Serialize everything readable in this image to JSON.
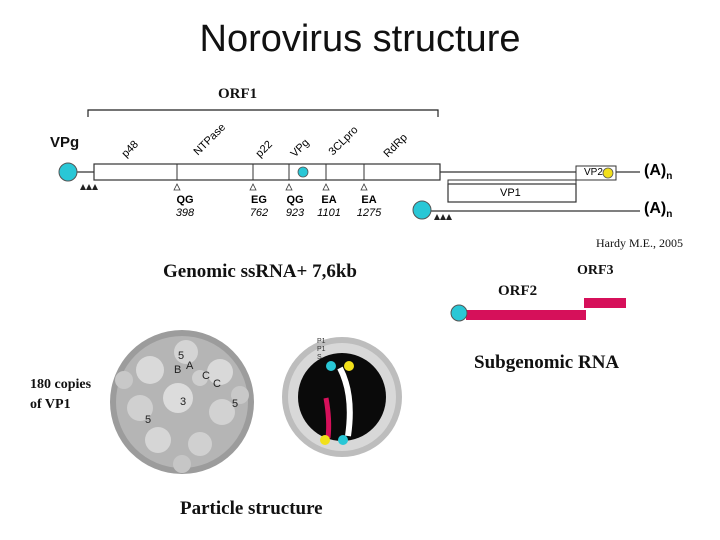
{
  "title": "Norovirus structure",
  "orf1_label": "ORF1",
  "vpg_label": "VPg",
  "orf1_domains": [
    "p48",
    "NTPase",
    "p22",
    "VPg",
    "3CLpro",
    "RdRp"
  ],
  "cleavage_sites": [
    {
      "code": "QG",
      "position": "398"
    },
    {
      "code": "EG",
      "position": "762"
    },
    {
      "code": "QG",
      "position": "923"
    },
    {
      "code": "EA",
      "position": "1101"
    },
    {
      "code": "EA",
      "position": "1275"
    }
  ],
  "vp2_label": "VP2",
  "vp1_label": "VP1",
  "polya_top": "(A)",
  "polya_top_sub": "n",
  "polya_bottom": "(A)",
  "polya_bottom_sub": "n",
  "citation": "Hardy M.E., 2005",
  "genomic_label": "Genomic  ssRNA+  7,6kb",
  "orf2_label": "ORF2",
  "orf3_label": "ORF3",
  "subgenomic_label": "Subgenomic RNA",
  "vp1_copies_line1": "180 copies",
  "vp1_copies_line2": "of VP1",
  "particle_label": "Particle structure",
  "capsid_marks": [
    "5",
    "B",
    "A",
    "C",
    "C",
    "3",
    "5",
    "5"
  ],
  "section_marks": [
    "P1",
    "P1",
    "S"
  ],
  "colors": {
    "vpg_cyan": "#29c7d6",
    "vp2_yellow": "#f2e01a",
    "orf_magenta": "#d6105a"
  }
}
